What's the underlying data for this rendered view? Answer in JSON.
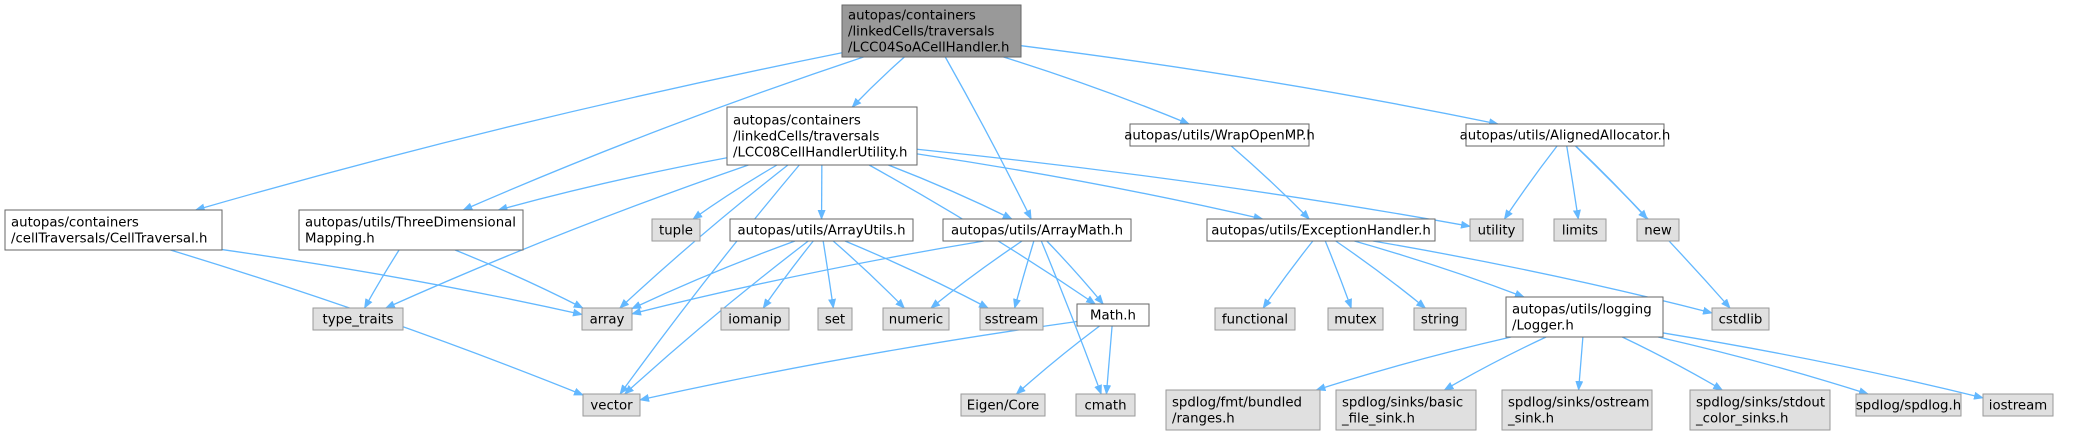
{
  "colors": {
    "root_fill": "#999999",
    "doc_fill": "#ffffff",
    "sys_fill": "#e0e0e0",
    "sys_border": "#999999",
    "doc_border": "#666666",
    "edge": "#63b8ff"
  },
  "graph": {
    "nodes": [
      {
        "id": "root",
        "kind": "root",
        "lines": [
          "autopas/containers",
          "/linkedCells/traversals",
          "/LCC04SoACellHandler.h"
        ]
      },
      {
        "id": "lcc08",
        "kind": "doc",
        "lines": [
          "autopas/containers",
          "/linkedCells/traversals",
          "/LCC08CellHandlerUtility.h"
        ]
      },
      {
        "id": "cellTraversal",
        "kind": "doc",
        "lines": [
          "autopas/containers",
          "/cellTraversals/CellTraversal.h"
        ]
      },
      {
        "id": "threeDim",
        "kind": "doc",
        "lines": [
          "autopas/utils/ThreeDimensional",
          "Mapping.h"
        ]
      },
      {
        "id": "arrayUtils",
        "kind": "doc",
        "lines": [
          "autopas/utils/ArrayUtils.h"
        ]
      },
      {
        "id": "arrayMath",
        "kind": "doc",
        "lines": [
          "autopas/utils/ArrayMath.h"
        ]
      },
      {
        "id": "wrapOpenMP",
        "kind": "doc",
        "lines": [
          "autopas/utils/WrapOpenMP.h"
        ]
      },
      {
        "id": "exceptionHandler",
        "kind": "doc",
        "lines": [
          "autopas/utils/ExceptionHandler.h"
        ]
      },
      {
        "id": "alignedAllocator",
        "kind": "doc",
        "lines": [
          "autopas/utils/AlignedAllocator.h"
        ]
      },
      {
        "id": "mathH",
        "kind": "doc",
        "lines": [
          "Math.h"
        ]
      },
      {
        "id": "logger",
        "kind": "doc",
        "lines": [
          "autopas/utils/logging",
          "/Logger.h"
        ]
      },
      {
        "id": "tuple",
        "kind": "sys",
        "lines": [
          "tuple"
        ]
      },
      {
        "id": "type_traits",
        "kind": "sys",
        "lines": [
          "type_traits"
        ]
      },
      {
        "id": "array",
        "kind": "sys",
        "lines": [
          "array"
        ]
      },
      {
        "id": "vector",
        "kind": "sys",
        "lines": [
          "vector"
        ]
      },
      {
        "id": "iomanip",
        "kind": "sys",
        "lines": [
          "iomanip"
        ]
      },
      {
        "id": "set",
        "kind": "sys",
        "lines": [
          "set"
        ]
      },
      {
        "id": "numeric",
        "kind": "sys",
        "lines": [
          "numeric"
        ]
      },
      {
        "id": "sstream",
        "kind": "sys",
        "lines": [
          "sstream"
        ]
      },
      {
        "id": "utility",
        "kind": "sys",
        "lines": [
          "utility"
        ]
      },
      {
        "id": "limits",
        "kind": "sys",
        "lines": [
          "limits"
        ]
      },
      {
        "id": "new",
        "kind": "sys",
        "lines": [
          "new"
        ]
      },
      {
        "id": "cstdlib",
        "kind": "sys",
        "lines": [
          "cstdlib"
        ]
      },
      {
        "id": "functional",
        "kind": "sys",
        "lines": [
          "functional"
        ]
      },
      {
        "id": "mutex",
        "kind": "sys",
        "lines": [
          "mutex"
        ]
      },
      {
        "id": "string",
        "kind": "sys",
        "lines": [
          "string"
        ]
      },
      {
        "id": "eigen",
        "kind": "sys",
        "lines": [
          "Eigen/Core"
        ]
      },
      {
        "id": "cmath",
        "kind": "sys",
        "lines": [
          "cmath"
        ]
      },
      {
        "id": "fmtRanges",
        "kind": "sys",
        "lines": [
          "spdlog/fmt/bundled",
          "/ranges.h"
        ]
      },
      {
        "id": "basicFileSink",
        "kind": "sys",
        "lines": [
          "spdlog/sinks/basic",
          "_file_sink.h"
        ]
      },
      {
        "id": "ostreamSink",
        "kind": "sys",
        "lines": [
          "spdlog/sinks/ostream",
          "_sink.h"
        ]
      },
      {
        "id": "stdoutColor",
        "kind": "sys",
        "lines": [
          "spdlog/sinks/stdout",
          "_color_sinks.h"
        ]
      },
      {
        "id": "spdlogH",
        "kind": "sys",
        "lines": [
          "spdlog/spdlog.h"
        ]
      },
      {
        "id": "iostream",
        "kind": "sys",
        "lines": [
          "iostream"
        ]
      }
    ],
    "edges": [
      [
        "root",
        "lcc08"
      ],
      [
        "root",
        "cellTraversal"
      ],
      [
        "root",
        "threeDim"
      ],
      [
        "root",
        "arrayMath"
      ],
      [
        "root",
        "wrapOpenMP"
      ],
      [
        "root",
        "alignedAllocator"
      ],
      [
        "lcc08",
        "threeDim"
      ],
      [
        "lcc08",
        "type_traits"
      ],
      [
        "lcc08",
        "array"
      ],
      [
        "lcc08",
        "vector"
      ],
      [
        "lcc08",
        "tuple"
      ],
      [
        "lcc08",
        "arrayUtils"
      ],
      [
        "lcc08",
        "arrayMath"
      ],
      [
        "lcc08",
        "exceptionHandler"
      ],
      [
        "lcc08",
        "utility"
      ],
      [
        "lcc08",
        "mathH"
      ],
      [
        "cellTraversal",
        "array"
      ],
      [
        "cellTraversal",
        "vector"
      ],
      [
        "threeDim",
        "type_traits"
      ],
      [
        "threeDim",
        "array"
      ],
      [
        "arrayUtils",
        "array"
      ],
      [
        "arrayUtils",
        "iomanip"
      ],
      [
        "arrayUtils",
        "set"
      ],
      [
        "arrayUtils",
        "numeric"
      ],
      [
        "arrayUtils",
        "sstream"
      ],
      [
        "arrayUtils",
        "vector"
      ],
      [
        "arrayMath",
        "array"
      ],
      [
        "arrayMath",
        "numeric"
      ],
      [
        "arrayMath",
        "sstream"
      ],
      [
        "arrayMath",
        "mathH"
      ],
      [
        "arrayMath",
        "cmath"
      ],
      [
        "mathH",
        "vector"
      ],
      [
        "mathH",
        "eigen"
      ],
      [
        "mathH",
        "cmath"
      ],
      [
        "wrapOpenMP",
        "exceptionHandler"
      ],
      [
        "exceptionHandler",
        "functional"
      ],
      [
        "exceptionHandler",
        "mutex"
      ],
      [
        "exceptionHandler",
        "string"
      ],
      [
        "exceptionHandler",
        "logger"
      ],
      [
        "exceptionHandler",
        "cstdlib"
      ],
      [
        "alignedAllocator",
        "utility"
      ],
      [
        "alignedAllocator",
        "limits"
      ],
      [
        "alignedAllocator",
        "new"
      ],
      [
        "alignedAllocator",
        "cstdlib"
      ],
      [
        "logger",
        "fmtRanges"
      ],
      [
        "logger",
        "basicFileSink"
      ],
      [
        "logger",
        "ostreamSink"
      ],
      [
        "logger",
        "stdoutColor"
      ],
      [
        "logger",
        "spdlogH"
      ],
      [
        "logger",
        "iostream"
      ]
    ]
  }
}
